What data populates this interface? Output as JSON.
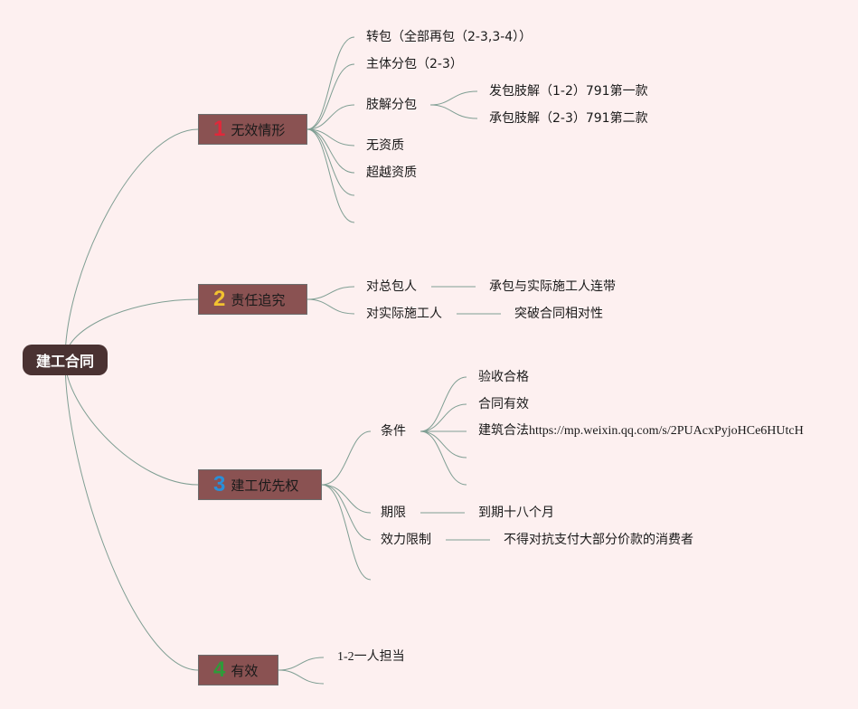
{
  "root": {
    "label": "建工合同"
  },
  "branches": [
    {
      "num": "1",
      "color": "#e0283a",
      "label": "无效情形",
      "children": [
        {
          "label": "转包（全部再包（2-3,3-4））"
        },
        {
          "label": "主体分包（2-3）"
        },
        {
          "label": "肢解分包",
          "children": [
            {
              "label": "发包肢解（1-2）791第一款"
            },
            {
              "label": "承包肢解（2-3）791第二款"
            }
          ]
        },
        {
          "label": "无资质"
        },
        {
          "label": "超越资质"
        },
        {
          "label": ""
        },
        {
          "label": ""
        }
      ]
    },
    {
      "num": "2",
      "color": "#f2c230",
      "label": "责任追究",
      "children": [
        {
          "label": "对总包人",
          "children": [
            {
              "label": "承包与实际施工人连带"
            }
          ]
        },
        {
          "label": "对实际施工人",
          "children": [
            {
              "label": "突破合同相对性"
            }
          ]
        }
      ]
    },
    {
      "num": "3",
      "color": "#2a8fd8",
      "label": "建工优先权",
      "children": [
        {
          "label": "条件",
          "children": [
            {
              "label": "验收合格"
            },
            {
              "label": "合同有效"
            },
            {
              "label": "建筑合法https://mp.weixin.qq.com/s/2PUAcxPyjoHCe6HUtcH"
            },
            {
              "label": ""
            },
            {
              "label": ""
            }
          ]
        },
        {
          "label": "期限",
          "children": [
            {
              "label": "到期十八个月"
            }
          ]
        },
        {
          "label": "效力限制",
          "children": [
            {
              "label": "不得对抗支付大部分价款的消费者"
            }
          ]
        },
        {
          "label": ""
        }
      ]
    },
    {
      "num": "4",
      "color": "#2f9a3a",
      "label": "有效",
      "children": [
        {
          "label": "1-2一人担当"
        },
        {
          "label": ""
        }
      ]
    }
  ]
}
